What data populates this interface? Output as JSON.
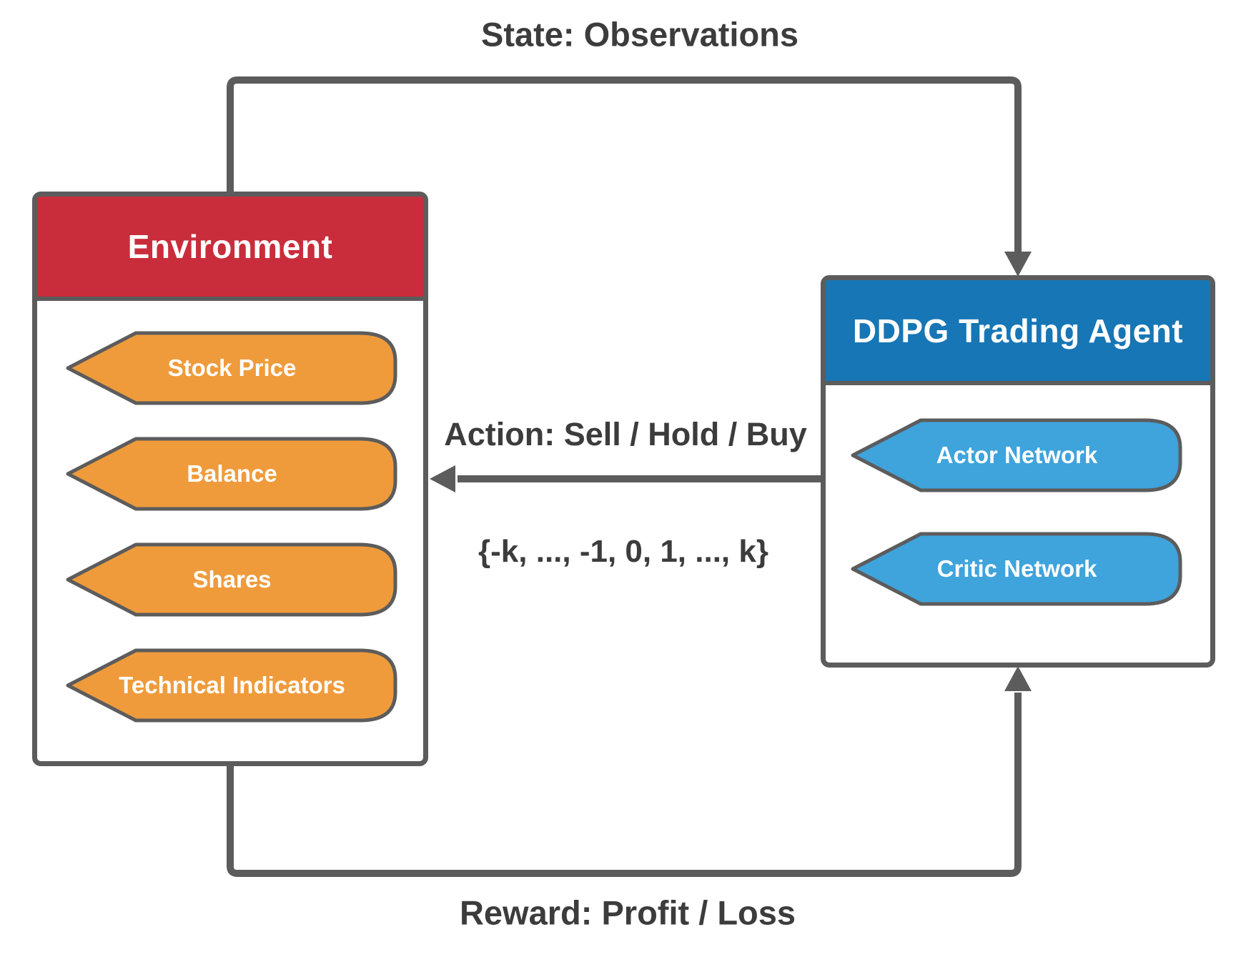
{
  "diagram": {
    "top_label": "State: Observations",
    "action_label": "Action: Sell / Hold / Buy",
    "action_set_label": "{-k, ..., -1, 0, 1, ..., k}",
    "bottom_label": "Reward: Profit / Loss",
    "environment": {
      "title": "Environment",
      "items": [
        "Stock Price",
        "Balance",
        "Shares",
        "Technical Indicators"
      ]
    },
    "agent": {
      "title": "DDPG Trading Agent",
      "items": [
        "Actor Network",
        "Critic Network"
      ]
    },
    "colors": {
      "env_header": "#C92D3B",
      "env_item": "#EF9B3C",
      "agent_header": "#1776B5",
      "agent_item": "#3FA3DC",
      "line": "#5C5C5C",
      "label_text": "#3C3C3C"
    }
  }
}
